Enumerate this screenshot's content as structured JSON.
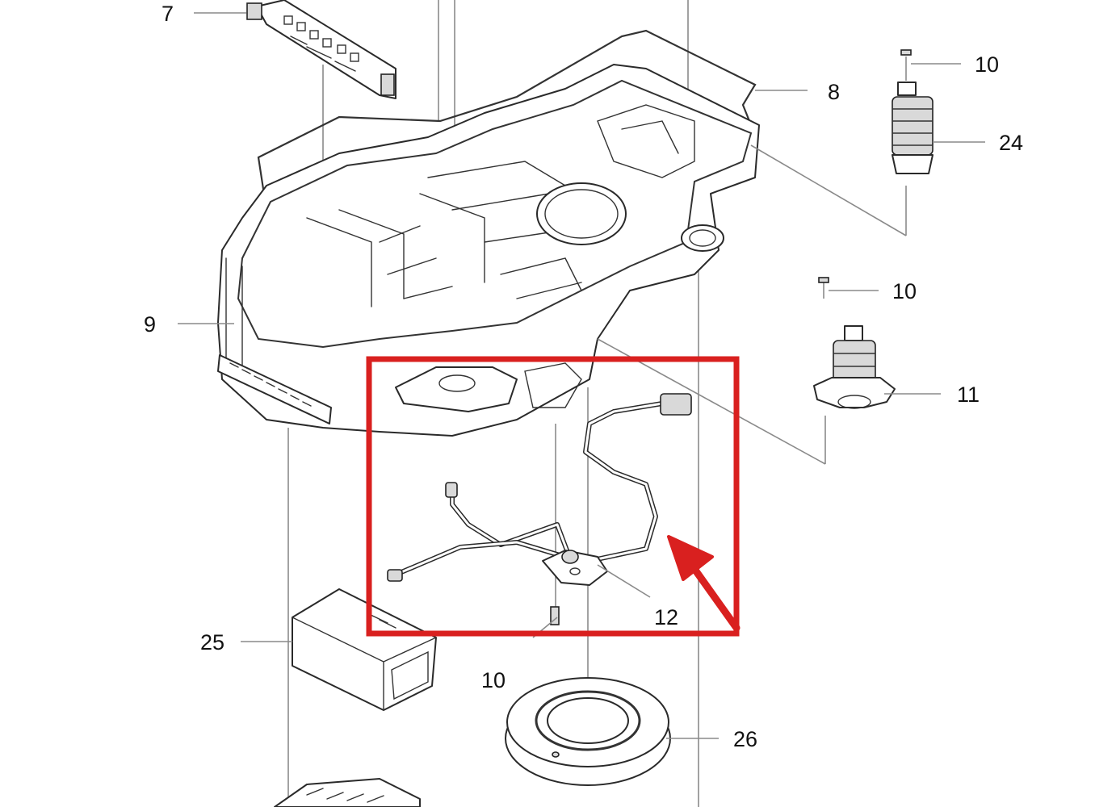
{
  "diagram": {
    "part_labels": {
      "p7": "7",
      "p8": "8",
      "p9": "9",
      "p10a": "10",
      "p24": "24",
      "p10b": "10",
      "p11": "11",
      "p12": "12",
      "p10c": "10",
      "p25": "25",
      "p26": "26"
    },
    "highlight": {
      "color": "#d9201f",
      "target_part": "12"
    },
    "colors": {
      "ink": "#2a2a2a",
      "leader": "#8a8a8a",
      "background": "#ffffff"
    }
  }
}
